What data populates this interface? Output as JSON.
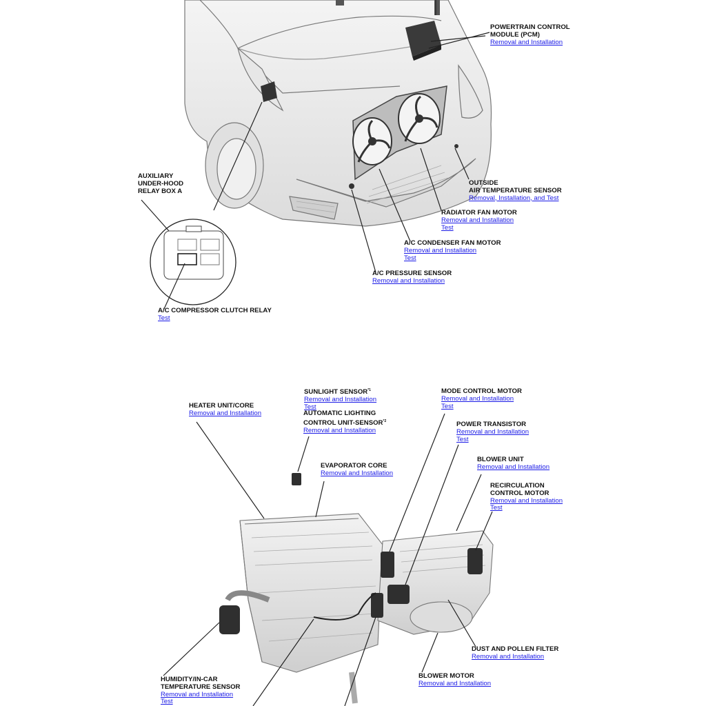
{
  "top_diagram": {
    "callouts": {
      "pcm": {
        "title": "POWERTRAIN CONTROL\nMODULE (PCM)",
        "links": [
          "Removal and Installation"
        ]
      },
      "aux_relay_box": {
        "title": "AUXILIARY\nUNDER-HOOD\nRELAY BOX A",
        "links": []
      },
      "outside_air_temp": {
        "title": "OUTSIDE\nAIR TEMPERATURE SENSOR",
        "links": [
          "Removal, Installation, and Test"
        ]
      },
      "radiator_fan_motor": {
        "title": "RADIATOR FAN MOTOR",
        "links": [
          "Removal and Installation",
          "Test"
        ]
      },
      "ac_condenser_fan_motor": {
        "title": "A/C CONDENSER FAN MOTOR",
        "links": [
          "Removal and Installation",
          "Test"
        ]
      },
      "ac_pressure_sensor": {
        "title": "A/C PRESSURE SENSOR",
        "links": [
          "Removal and Installation"
        ]
      },
      "ac_compressor_clutch_relay": {
        "title": "A/C COMPRESSOR CLUTCH RELAY",
        "links": [
          "Test"
        ]
      }
    }
  },
  "bottom_diagram": {
    "callouts": {
      "heater_unit": {
        "title": "HEATER UNIT/CORE",
        "links": [
          "Removal and Installation"
        ]
      },
      "sunlight_sensor": {
        "title": "SUNLIGHT SENSOR",
        "sup": "*1",
        "links": [
          "Removal and Installation",
          "Test"
        ]
      },
      "auto_lighting": {
        "title": "AUTOMATIC LIGHTING\nCONTROL UNIT-SENSOR",
        "sup": "*2",
        "links": [
          "Removal and Installation"
        ]
      },
      "mode_control_motor": {
        "title": "MODE CONTROL MOTOR",
        "links": [
          "Removal and Installation",
          "Test"
        ]
      },
      "power_transistor": {
        "title": "POWER TRANSISTOR",
        "links": [
          "Removal and Installation",
          "Test"
        ]
      },
      "evaporator_core": {
        "title": "EVAPORATOR CORE",
        "links": [
          "Removal and Installation"
        ]
      },
      "blower_unit": {
        "title": "BLOWER UNIT",
        "links": [
          "Removal and Installation"
        ]
      },
      "recirculation_motor": {
        "title": "RECIRCULATION\nCONTROL MOTOR",
        "links": [
          "Removal and Installation",
          "Test"
        ]
      },
      "dust_pollen_filter": {
        "title": "DUST AND POLLEN FILTER",
        "links": [
          "Removal and Installation"
        ]
      },
      "blower_motor": {
        "title": "BLOWER MOTOR",
        "links": [
          "Removal and Installation"
        ]
      },
      "humidity_sensor": {
        "title": "HUMIDITY/IN-CAR\nTEMPERATURE SENSOR",
        "links": [
          "Removal and Installation",
          "Test"
        ]
      }
    }
  }
}
